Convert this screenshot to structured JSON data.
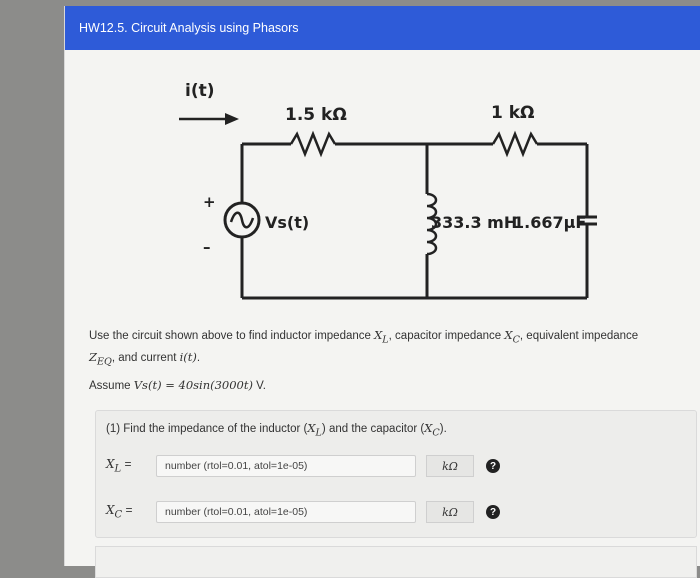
{
  "header": {
    "title": "HW12.5. Circuit Analysis using Phasors"
  },
  "circuit": {
    "current_label": "i(t)",
    "r1_label": "1.5 kΩ",
    "r2_label": "1 kΩ",
    "source_label": "Vs(t)",
    "inductor_label": "333.3 mH",
    "capacitor_label": "1.667μF",
    "plus": "+",
    "minus": "–"
  },
  "problem": {
    "text_1": "Use the circuit shown above to find inductor impedance ",
    "xl": "X",
    "xl_sub": "L",
    "text_2": ", capacitor impedance ",
    "xc": "X",
    "xc_sub": "C",
    "text_3": ", equivalent impedance ",
    "zeq": "Z",
    "zeq_sub": "EQ",
    "text_4": ", and current ",
    "it": "i(t)",
    "text_5": "."
  },
  "assume": {
    "prefix": "Assume ",
    "expr": "Vs(t) = 40sin(3000t)",
    "suffix": " V."
  },
  "part1": {
    "title_a": "(1) Find the impedance of the inductor (",
    "title_xl": "X",
    "title_xl_sub": "L",
    "title_b": ") and the capacitor (",
    "title_xc": "X",
    "title_xc_sub": "C",
    "title_c": ").",
    "xl_label": "X",
    "xl_label_sub": "L",
    "xc_label": "X",
    "xc_label_sub": "C",
    "eq": " =",
    "placeholder": "number (rtol=0.01, atol=1e-05)",
    "unit": "kΩ",
    "help": "?"
  }
}
